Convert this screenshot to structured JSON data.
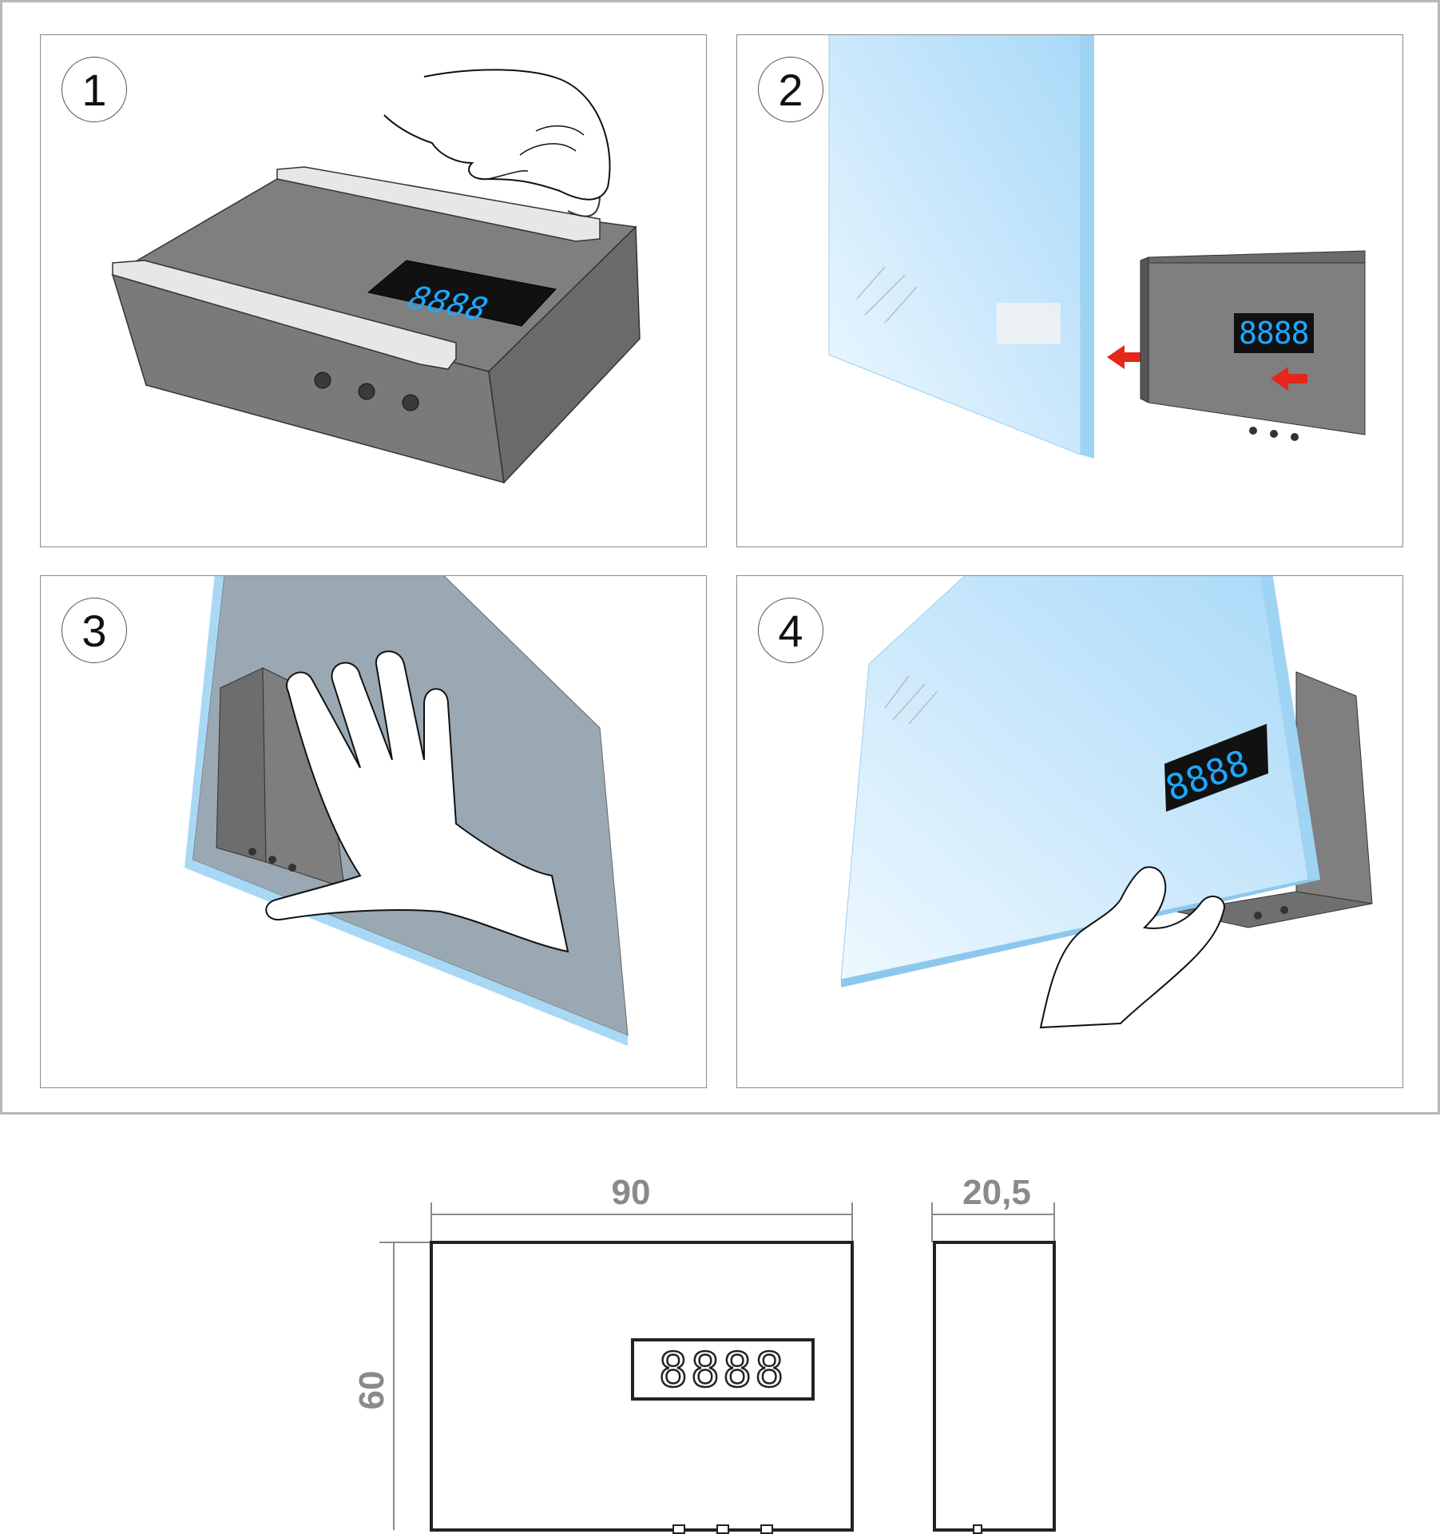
{
  "steps": [
    {
      "number": "1"
    },
    {
      "number": "2"
    },
    {
      "number": "3"
    },
    {
      "number": "4"
    }
  ],
  "display": {
    "digits": "8888"
  },
  "dimensions": {
    "width": "90",
    "depth": "20,5",
    "height": "60"
  },
  "colors": {
    "housing": "#818181",
    "housing_dark": "#5e5e5e",
    "mirror": "#c9e6f8",
    "mirror_edge": "#a9d8f5",
    "digits": "#1ea8ff",
    "arrow": "#e4261b",
    "dim_text": "#8a8a8a"
  }
}
